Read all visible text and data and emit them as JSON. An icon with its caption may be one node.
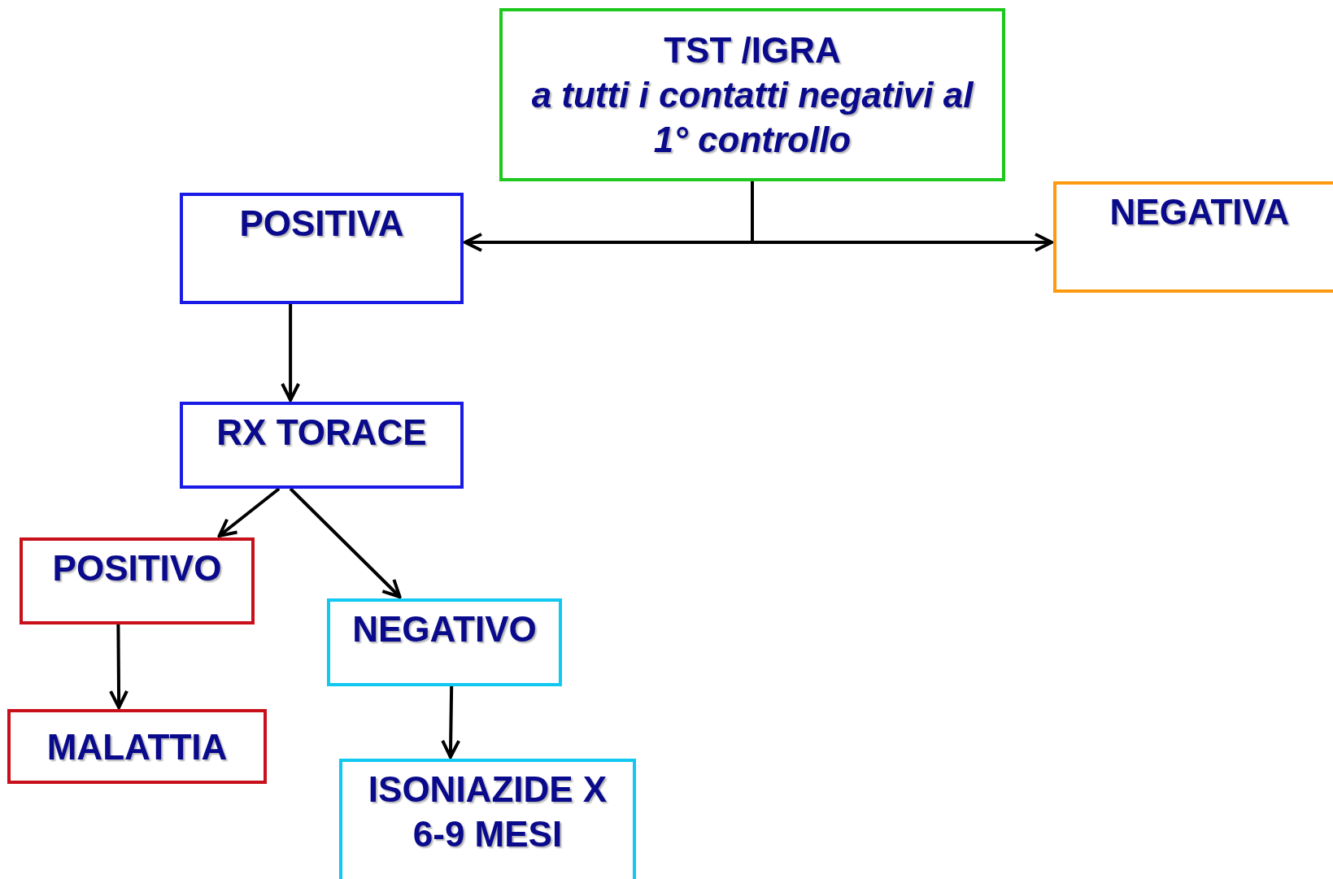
{
  "diagram": {
    "nodes": [
      {
        "text": [
          "TST /IGRA",
          "a tutti i contatti negativi al 1° controllo"
        ]
      },
      {
        "text": [
          "POSITIVA"
        ]
      },
      {
        "text": [
          "NEGATIVA"
        ]
      },
      {
        "text": [
          "RX TORACE"
        ]
      },
      {
        "text": [
          "POSITIVO"
        ]
      },
      {
        "text": [
          "NEGATIVO"
        ]
      },
      {
        "text": [
          "MALATTIA"
        ]
      },
      {
        "text": [
          "ISONIAZIDE X 6-9 MESI"
        ]
      }
    ],
    "edges": [
      {
        "from": 0,
        "to": 1,
        "arrow": "to"
      },
      {
        "from": 0,
        "to": 2,
        "arrow": "to"
      },
      {
        "from": 1,
        "to": 3,
        "arrow": "to"
      },
      {
        "from": 3,
        "to": 4,
        "arrow": "to"
      },
      {
        "from": 3,
        "to": 5,
        "arrow": "to"
      },
      {
        "from": 4,
        "to": 6,
        "arrow": "to"
      },
      {
        "from": 5,
        "to": 7,
        "arrow": "to"
      }
    ]
  }
}
